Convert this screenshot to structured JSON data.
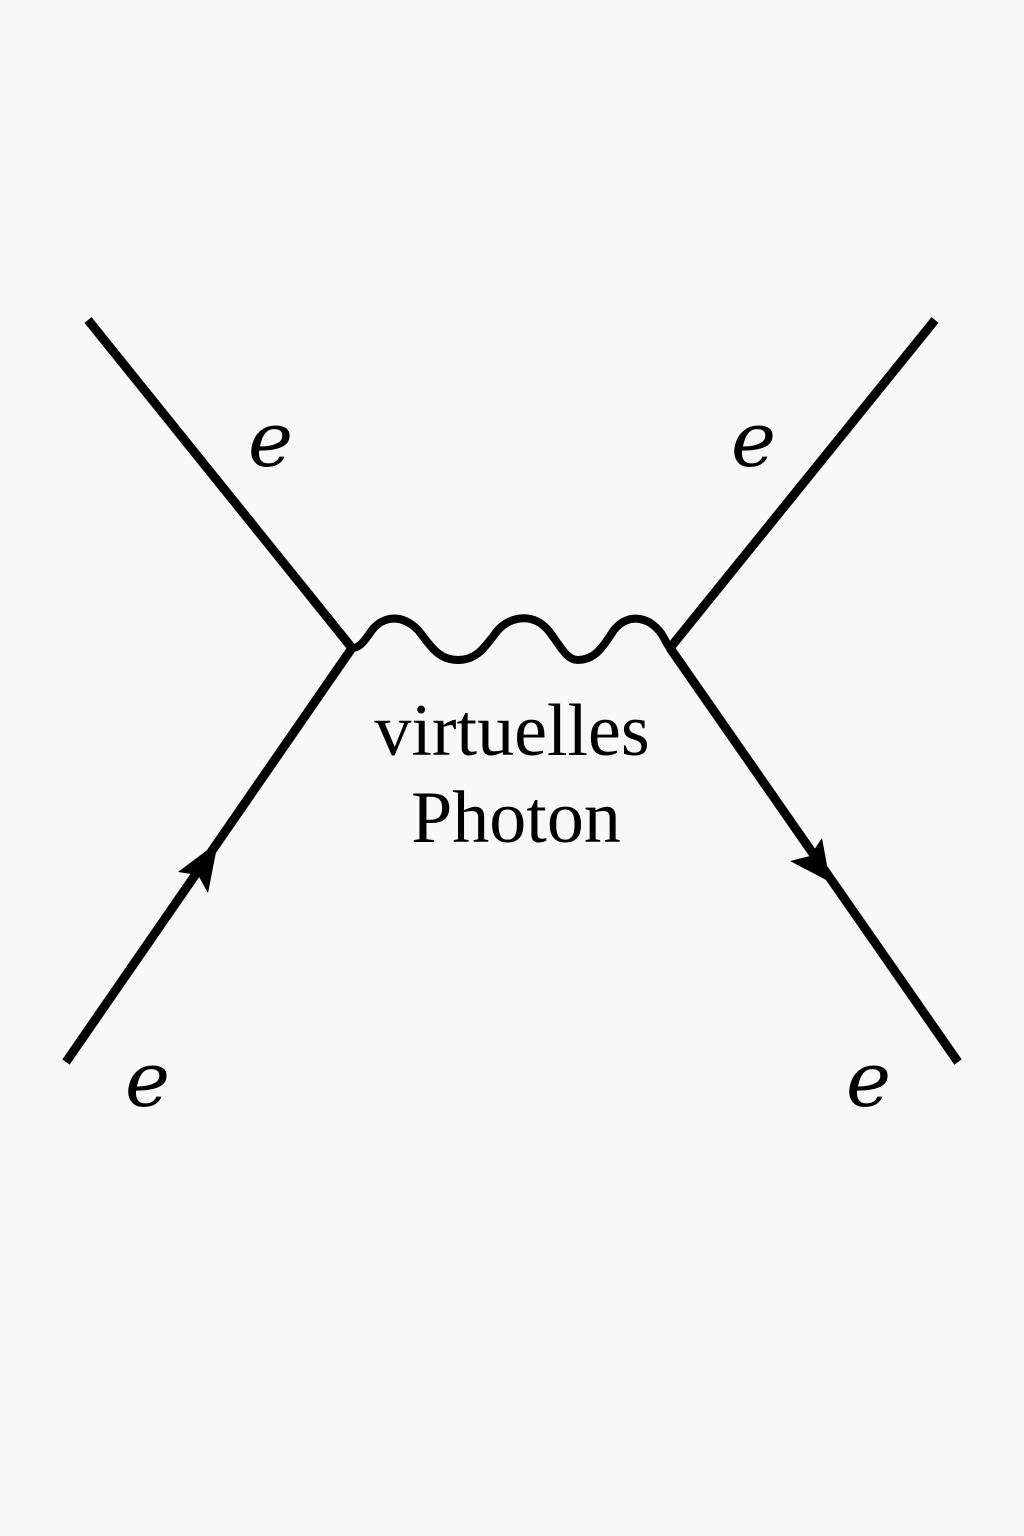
{
  "diagram": {
    "type": "feynman-diagram",
    "particle_labels": {
      "top_left": "e",
      "top_right": "e",
      "bottom_left": "e",
      "bottom_right": "e"
    },
    "propagator_label": {
      "line1": "virtuelles",
      "line2": "Photon"
    },
    "line_color": "#000000",
    "background_color": "#f8f8f8"
  }
}
